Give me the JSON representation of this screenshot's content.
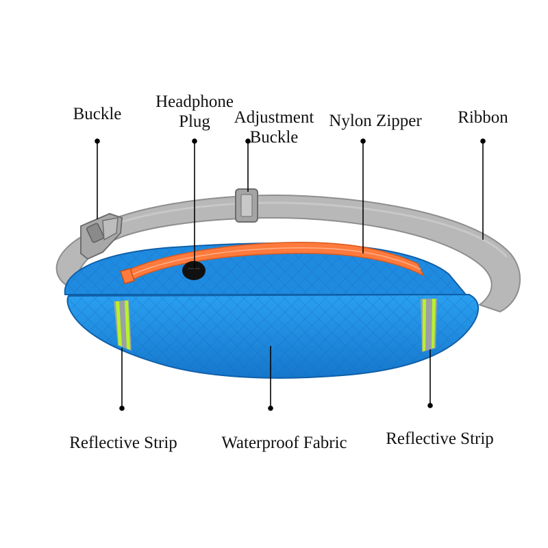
{
  "colors": {
    "bag_blue": "#1e8fe0",
    "bag_blue_dark": "#1670c4",
    "zipper_orange": "#ff7a3d",
    "strap_gray": "#b4b4b4",
    "reflective_green": "#b8f22a",
    "reflective_silver": "#9aa0a6",
    "leader_line": "#000000"
  },
  "labels": {
    "buckle": "Buckle",
    "headphone_plug_line1": "Headphone",
    "headphone_plug_line2": "Plug",
    "adjustment_buckle_line1": "Adjustment",
    "adjustment_buckle_line2": "Buckle",
    "nylon_zipper": "Nylon Zipper",
    "ribbon": "Ribbon",
    "reflective_strip_left": "Reflective Strip",
    "waterproof_fabric": "Waterproof Fabric",
    "reflective_strip_right": "Reflective Strip"
  }
}
